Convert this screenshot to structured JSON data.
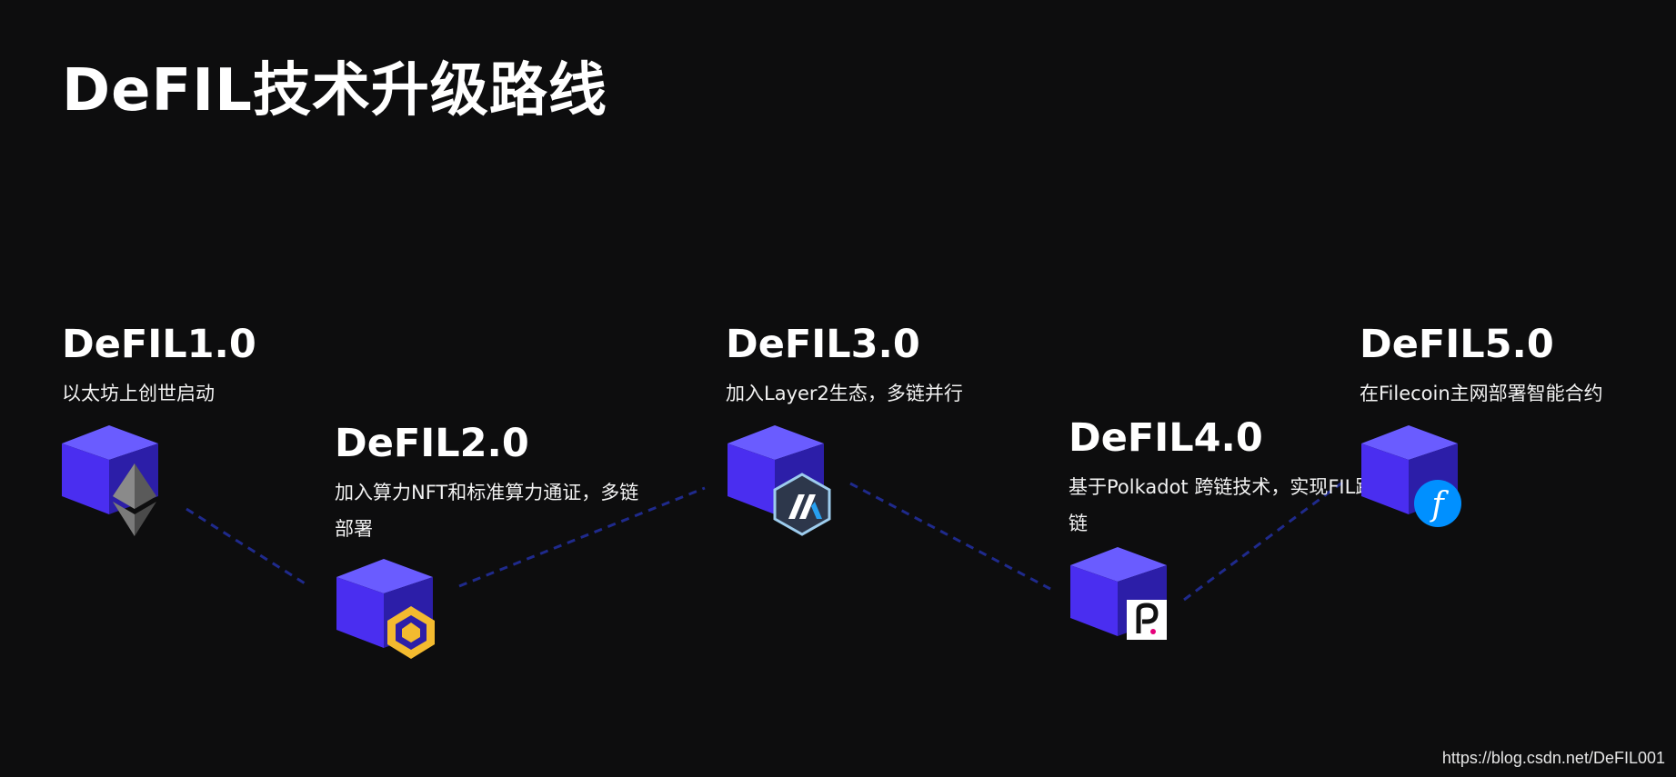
{
  "title": "DeFIL技术升级路线",
  "stages": [
    {
      "name": "DeFIL1.0",
      "desc": "以太坊上创世启动",
      "icon": "ethereum-icon"
    },
    {
      "name": "DeFIL2.0",
      "desc": "加入算力NFT和标准算力通证，多链部署",
      "icon": "binance-icon"
    },
    {
      "name": "DeFIL3.0",
      "desc": "加入Layer2生态，多链并行",
      "icon": "arbitrum-icon"
    },
    {
      "name": "DeFIL4.0",
      "desc": "基于Polkadot 跨链技术，实现FIL跨链",
      "icon": "polkadot-icon"
    },
    {
      "name": "DeFIL5.0",
      "desc": "在Filecoin主网部署智能合约",
      "icon": "filecoin-icon"
    }
  ],
  "watermark": "https://blog.csdn.net/DeFIL001",
  "colors": {
    "background": "#0d0d0e",
    "cube_top": "#6a5cff",
    "cube_left": "#4a2ef0",
    "cube_right": "#2c1ea8",
    "connector": "#1f2a8c"
  }
}
